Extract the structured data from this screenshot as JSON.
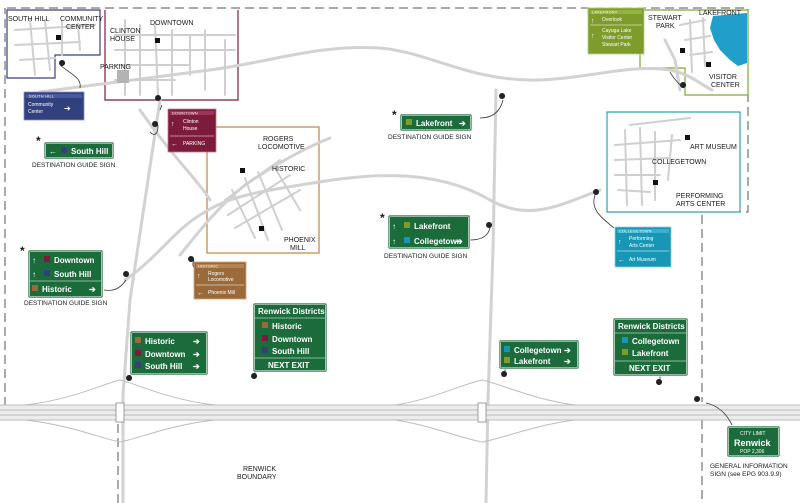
{
  "places": {
    "south_hill": "SOUTH HILL",
    "community_center": [
      "COMMUNITY",
      "CENTER"
    ],
    "downtown": "DOWNTOWN",
    "clinton_house": [
      "CLINTON",
      "HOUSE"
    ],
    "parking": "PARKING",
    "rogers_locomotive": [
      "ROGERS",
      "LOCOMOTIVE"
    ],
    "historic": "HISTORIC",
    "phoenix_mill": [
      "PHOENIX",
      "MILL"
    ],
    "stewart_park": [
      "STEWART",
      "PARK"
    ],
    "lakefront": "LAKEFRONT",
    "visitor_center": [
      "VISITOR",
      "CENTER"
    ],
    "art_museum": "ART MUSEUM",
    "collegetown": "COLLEGETOWN",
    "performing_arts_center": [
      "PERFORMING",
      "ARTS CENTER"
    ],
    "renwick_boundary": [
      "RENWICK",
      "BOUNDARY"
    ]
  },
  "captions": {
    "destination_guide_sign": "DESTINATION GUIDE SIGN",
    "general_info_sign": [
      "GENERAL INFORMATION",
      "SIGN (see EPG 903.9.9)"
    ],
    "asterisk": "*"
  },
  "signs": {
    "south_hill_guide": {
      "label": "South Hill"
    },
    "lakefront_guide": {
      "label": "Lakefront"
    },
    "lake_college_guide": {
      "line1": "Lakefront",
      "line2": "Collegetown"
    },
    "downtown_guide": {
      "line1": "Downtown",
      "line2": "South Hill",
      "line3": "Historic"
    },
    "hist_down_south": {
      "line1": "Historic",
      "line2": "Downtown",
      "line3": "South Hill"
    },
    "renwick_districts": {
      "title": "Renwick Districts",
      "line1": "Historic",
      "line2": "Downtown",
      "line3": "South Hill",
      "footer": "NEXT EXIT"
    },
    "college_lake": {
      "line1": "Collegetown",
      "line2": "Lakefront"
    },
    "renwick_districts_2": {
      "title": "Renwick Districts",
      "line1": "Collegetown",
      "line2": "Lakefront",
      "footer": "NEXT EXIT"
    },
    "city_limit": {
      "top": "CITY LIMIT",
      "name": "Renwick",
      "pop": "POP 2,306"
    },
    "south_hill_small": {
      "header": "SOUTH HILL",
      "line1": "Community",
      "line2": "Center"
    },
    "downtown_small": {
      "header": "DOWNTOWN",
      "line1": "Clinton",
      "line2": "House",
      "line3": "PARKING"
    },
    "historic_small": {
      "header": "HISTORIC",
      "line1": "Rogers",
      "line2": "Locomotive",
      "line3": "Phoenix Mill"
    },
    "collegetown_small": {
      "header": "COLLEGETOWN",
      "line1": "Performing",
      "line2": "Arts Center",
      "line3": "Art Museum"
    },
    "lakefront_small": {
      "header": "LAKEFRONT",
      "line1": "Overlook",
      "line2": "Cayuga Lake",
      "line3": "Visitor Center",
      "line4": "Stewart Park"
    }
  },
  "colors": {
    "guide_green": "#1c6b3b",
    "south_hill_blue": "#33407e",
    "downtown_maroon": "#7d1b3c",
    "historic_brown": "#9b6a3a",
    "collegetown_cyan": "#1896b6",
    "lakefront_olive": "#7d9c2c",
    "water": "#1f9fc9"
  }
}
